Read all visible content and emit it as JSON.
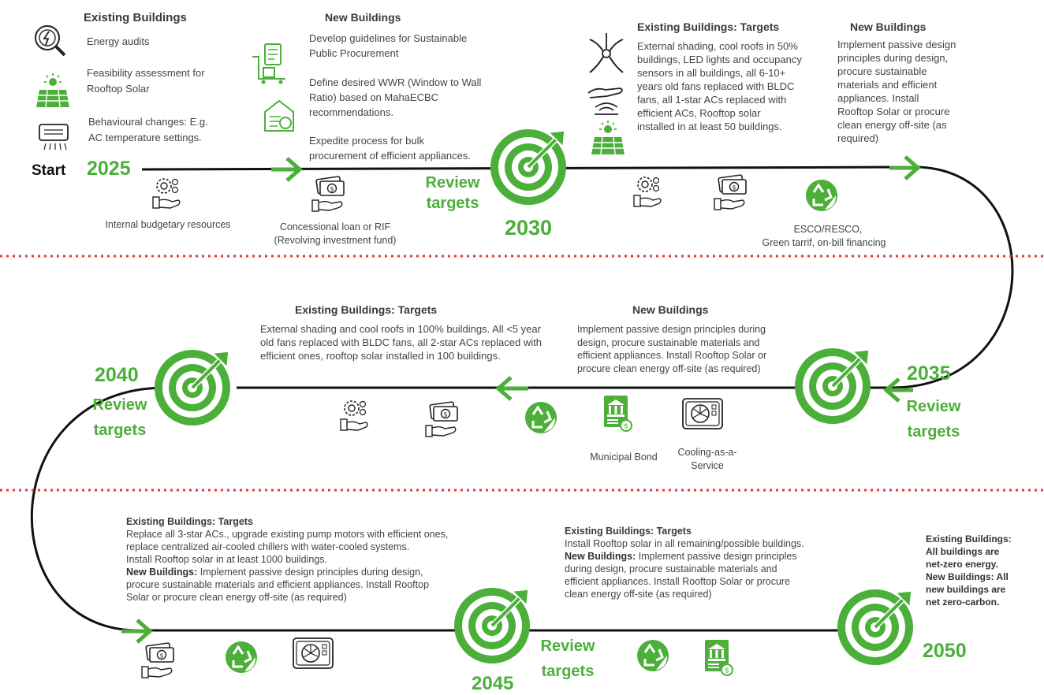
{
  "colors": {
    "accent": "#4caf3a",
    "separator": "#e53935",
    "line": "#111111"
  },
  "row1": {
    "start_label": "Start",
    "year_start": "2025",
    "existing": {
      "title": "Existing Buildings",
      "item1": "Energy audits",
      "item2a": "Feasibility assessment for",
      "item2b": "Rooftop Solar",
      "item3a": "Behavioural changes: E.g.",
      "item3b": "AC temperature settings."
    },
    "new": {
      "title": "New Buildings",
      "item1a": "Develop guidelines for Sustainable",
      "item1b": "Public Procurement",
      "item2a": "Define desired WWR (Window to Wall",
      "item2b": "Ratio) based on MahaECBC",
      "item2c": "recommendations.",
      "item3a": "Expedite process for bulk",
      "item3b": "procurement of efficient appliances."
    },
    "fin1": "Internal budgetary resources",
    "fin2a": "Concessional loan or RIF",
    "fin2b": "(Revolving investment fund)",
    "review_a": "Review",
    "review_b": "targets",
    "year_mid": "2030",
    "existing_targets": {
      "title": "Existing Buildings: Targets",
      "lines": [
        "External shading, cool roofs in 50%",
        "buildings, LED lights and occupancy",
        "sensors in all buildings, all 6-10+",
        "years old fans replaced with BLDC",
        "fans, all 1-star ACs replaced with",
        "efficient ACs, Rooftop solar",
        "installed in at least 50 buildings."
      ]
    },
    "new_targets": {
      "title": "New Buildings",
      "lines": [
        "Implement passive design",
        "principles during design,",
        "procure sustainable",
        "materials and efficient",
        "appliances. Install",
        "Rooftop Solar or procure",
        "clean energy off-site (as",
        "required)"
      ]
    },
    "fin3a": "ESCO/RESCO,",
    "fin3b": "Green tarrif, on-bill financing"
  },
  "row2": {
    "existing_targets": {
      "title": "Existing Buildings: Targets",
      "lines": [
        "External shading and cool roofs in 100% buildings. All <5 year",
        "old fans replaced with BLDC fans, all 2-star ACs replaced with",
        "efficient ones, rooftop solar installed in 100 buildings."
      ]
    },
    "new": {
      "title": "New Buildings",
      "lines": [
        "Implement passive design principles during",
        "design, procure sustainable materials and",
        "efficient appliances. Install Rooftop Solar or",
        "procure clean energy off-site (as required)"
      ]
    },
    "year_left": "2040",
    "year_right": "2035",
    "review_a": "Review",
    "review_b": "targets",
    "fin_bond": "Municipal Bond",
    "fin_caas_a": "Cooling-as-a-",
    "fin_caas_b": "Service"
  },
  "row3": {
    "block1": {
      "title": "Existing Buildings: Targets",
      "lines": [
        "Replace all 3-star ACs., upgrade existing pump motors with efficient ones,",
        "replace centralized air-cooled chillers with water-cooled systems.",
        "Install Rooftop solar in at least 1000 buildings."
      ],
      "new_label": "New Buildings:",
      "new_line1": " Implement passive design principles during design,",
      "new_lines": [
        "procure sustainable materials and efficient appliances. Install Rooftop",
        "Solar or procure clean energy off-site (as required)"
      ]
    },
    "block2": {
      "title": "Existing Buildings: Targets",
      "line1": "Install Rooftop solar in all remaining/possible buildings.",
      "new_label": "New Buildings:",
      "new_line1": " Implement passive design principles",
      "new_lines": [
        "during design, procure sustainable materials and",
        "efficient appliances. Install Rooftop Solar or procure",
        "clean energy off-site (as required)"
      ]
    },
    "block3": {
      "lines": [
        "Existing Buildings:",
        "All buildings are",
        "net-zero energy.",
        "New Buildings: All",
        "new buildings are",
        "net zero-carbon."
      ]
    },
    "year_mid": "2045",
    "year_end": "2050",
    "review_a": "Review",
    "review_b": "targets"
  }
}
